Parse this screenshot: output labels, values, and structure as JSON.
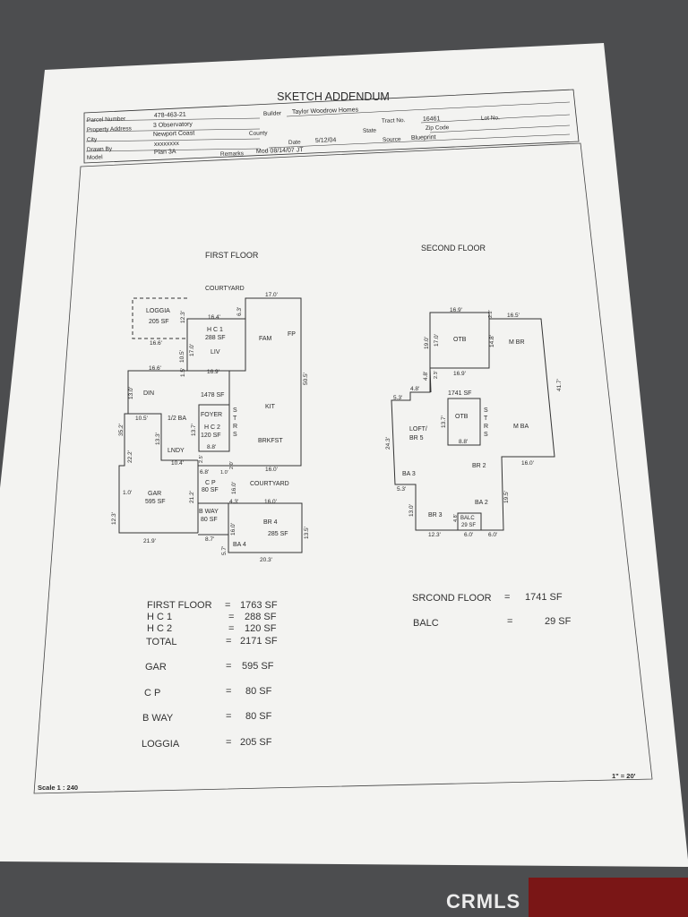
{
  "document": {
    "title": "SKETCH ADDENDUM",
    "header": {
      "parcel_label": "Parcel Number",
      "parcel_value": "478-463-21",
      "builder_label": "Builder",
      "builder_value": "Taylor Woodrow Homes",
      "address_label": "Property Address",
      "address_value": "3 Observatory",
      "tract_label": "Tract No.",
      "tract_value": "16461",
      "lot_label": "Lot No.",
      "city_label": "City",
      "city_value": "Newport Coast",
      "county_label": "County",
      "state_label": "State",
      "zip_label": "Zip Code",
      "drawn_label": "Drawn By",
      "drawn_value": "xxxxxxxx",
      "date_label": "Date",
      "date_value": "5/12/04",
      "source_label": "Source",
      "source_value": "Blueprint",
      "model_label": "Model",
      "model_value": "Plan 3A",
      "remarks_label": "Remarks",
      "remarks_value": "Mod 08/14/07 JT"
    },
    "first_floor": {
      "title": "FIRST FLOOR",
      "courtyard_top": "COURTYARD",
      "courtyard_mid": "COURTYARD",
      "loggia": "LOGGIA",
      "loggia_sf": "205 SF",
      "hc1": "H C 1",
      "hc1_sf": "288 SF",
      "liv": "LIV",
      "fam": "FAM",
      "fp": "FP",
      "din": "DIN",
      "total_sf": "1478 SF",
      "half_ba": "1/2 BA",
      "foyer": "FOYER",
      "hc2": "H C 2",
      "hc2_sf": "120 SF",
      "stairs": [
        "S",
        "T",
        "R",
        "S"
      ],
      "kit": "KIT",
      "brkfst": "BRKFST",
      "lndy": "LNDY",
      "gar": "GAR",
      "gar_sf": "595 SF",
      "cp": "C P",
      "cp_sf": "80 SF",
      "bway": "B WAY",
      "bway_sf": "80 SF",
      "br4": "BR 4",
      "br4_sf": "285 SF",
      "ba4": "BA 4",
      "dims": {
        "d17": "17.0'",
        "d164": "16.4'",
        "d63": "6.3'",
        "d123": "12.3'",
        "d166a": "16.6'",
        "d105": "10.5'",
        "d170": "17.0'",
        "d166b": "16.6'",
        "d169": "16.9'",
        "d505": "50.5'",
        "d130": "13.0'",
        "d15": "1.5'",
        "d352": "35.2'",
        "d105b": "10.5'",
        "d137": "13.7'",
        "d133": "13.3'",
        "d222": "22.2'",
        "d88": "8.8'",
        "d104": "10.4'",
        "d160a": "16.0'",
        "d68": "6.8'",
        "d10": "1.0'",
        "d20": "2.0'",
        "d160b": "16.0'",
        "d212": "21.2'",
        "d123b": "12.3'",
        "d43": "4.3'",
        "d160c": "16.0'",
        "d160d": "16.0'",
        "d87": "8.7'",
        "d219": "21.9'",
        "d57": "5.7'",
        "d135": "13.5'",
        "d203": "20.3'",
        "d25": "2.5'",
        "d1": "1.0'"
      }
    },
    "second_floor": {
      "title": "SECOND FLOOR",
      "otb1": "OTB",
      "mbr": "M BR",
      "sf": "1741 SF",
      "otb2": "OTB",
      "stairs": [
        "S",
        "T",
        "R",
        "S"
      ],
      "mba": "M BA",
      "loft": "LOFT/",
      "br5": "BR 5",
      "ba3": "BA 3",
      "br2": "BR 2",
      "ba2": "BA 2",
      "br3": "BR 3",
      "balc": "BALC",
      "balc_sf": "29 SF",
      "dims": {
        "d169a": "16.9'",
        "d165": "16.5'",
        "d190": "19.0'",
        "d170": "17.0'",
        "d148": "14.8'",
        "d22": "2.2'",
        "d169b": "16.9'",
        "d48a": "4.8'",
        "d48b": "4.8'",
        "d23": "2.3'",
        "d53a": "5.3'",
        "d417": "41.7'",
        "d137": "13.7'",
        "d88": "8.8'",
        "d243": "24.3'",
        "d160": "16.0'",
        "d53b": "5.3'",
        "d195": "19.5'",
        "d130": "13.0'",
        "d48c": "4.8'",
        "d123": "12.3'",
        "d60a": "6.0'",
        "d60b": "6.0'"
      }
    },
    "summary": {
      "rows_left": [
        {
          "label": "FIRST FLOOR",
          "eq": "=",
          "value": "1763 SF"
        },
        {
          "label": "H C 1",
          "eq": "=",
          "value": "288 SF"
        },
        {
          "label": "H C 2",
          "eq": "=",
          "value": "120 SF"
        },
        {
          "label": "TOTAL",
          "eq": "=",
          "value": "2171 SF"
        },
        {
          "label": "GAR",
          "eq": "=",
          "value": "595 SF"
        },
        {
          "label": "C P",
          "eq": "=",
          "value": "80 SF"
        },
        {
          "label": "B WAY",
          "eq": "=",
          "value": "80 SF"
        },
        {
          "label": "LOGGIA",
          "eq": "=",
          "value": "205 SF"
        }
      ],
      "rows_right": [
        {
          "label": "SRCOND FLOOR",
          "eq": "=",
          "value": "1741 SF"
        },
        {
          "label": "BALC",
          "eq": "=",
          "value": "29 SF"
        }
      ]
    },
    "scale": "Scale  1 : 240",
    "ratio": "1\" = 20'"
  },
  "watermark": "CRMLS"
}
